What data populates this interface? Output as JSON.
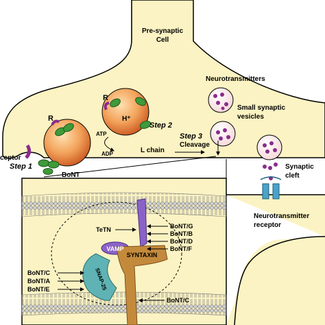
{
  "colors": {
    "cell_fill": "#fbf3c3",
    "axon_fill": "#f6cf66",
    "vesicle_fill": "#f2a25a",
    "vesicle_core": "#c63b1c",
    "transmitter": "#8a2c8c",
    "toxin_green": "#3f9a3a",
    "vamp": "#8b63c8",
    "snap25": "#5fb3b4",
    "syntaxin": "#c48a3c",
    "receptor": "#4aa3c8",
    "membrane_head": "#bdbdbd"
  },
  "labels": {
    "cell": "Pre-synaptic\nCell",
    "neurotransmitters": "Neurotransmitters",
    "small_vesicles": "Small synaptic\nvesicles",
    "r1": "R",
    "r2": "R",
    "h_plus": "H⁺",
    "atp": "ATP",
    "adp": "ADP",
    "step2": "Step 2",
    "step3": "Step 3",
    "cleavage": "Cleavage",
    "l_chain": "L chain",
    "receptor": "ceptor",
    "step1": "Step 1",
    "bont": "BoNT",
    "synaptic_cleft": "Synaptic\ncleft",
    "nt_receptor": "Neurotransmitter\nreceptor",
    "tetn": "TeTN",
    "vamp": "VAMP",
    "syntaxin": "SYNTAXIN",
    "snap25": "SNAP-25",
    "bont_g": "BoNT/G",
    "bont_b": "BoNT/B",
    "bont_d": "BoNT/D",
    "bont_f": "BoNT/F",
    "bont_c_left": "BoNT/C",
    "bont_a": "BoNT/A",
    "bont_e": "BoNT/E",
    "bont_c_bottom": "BoNT/C"
  }
}
